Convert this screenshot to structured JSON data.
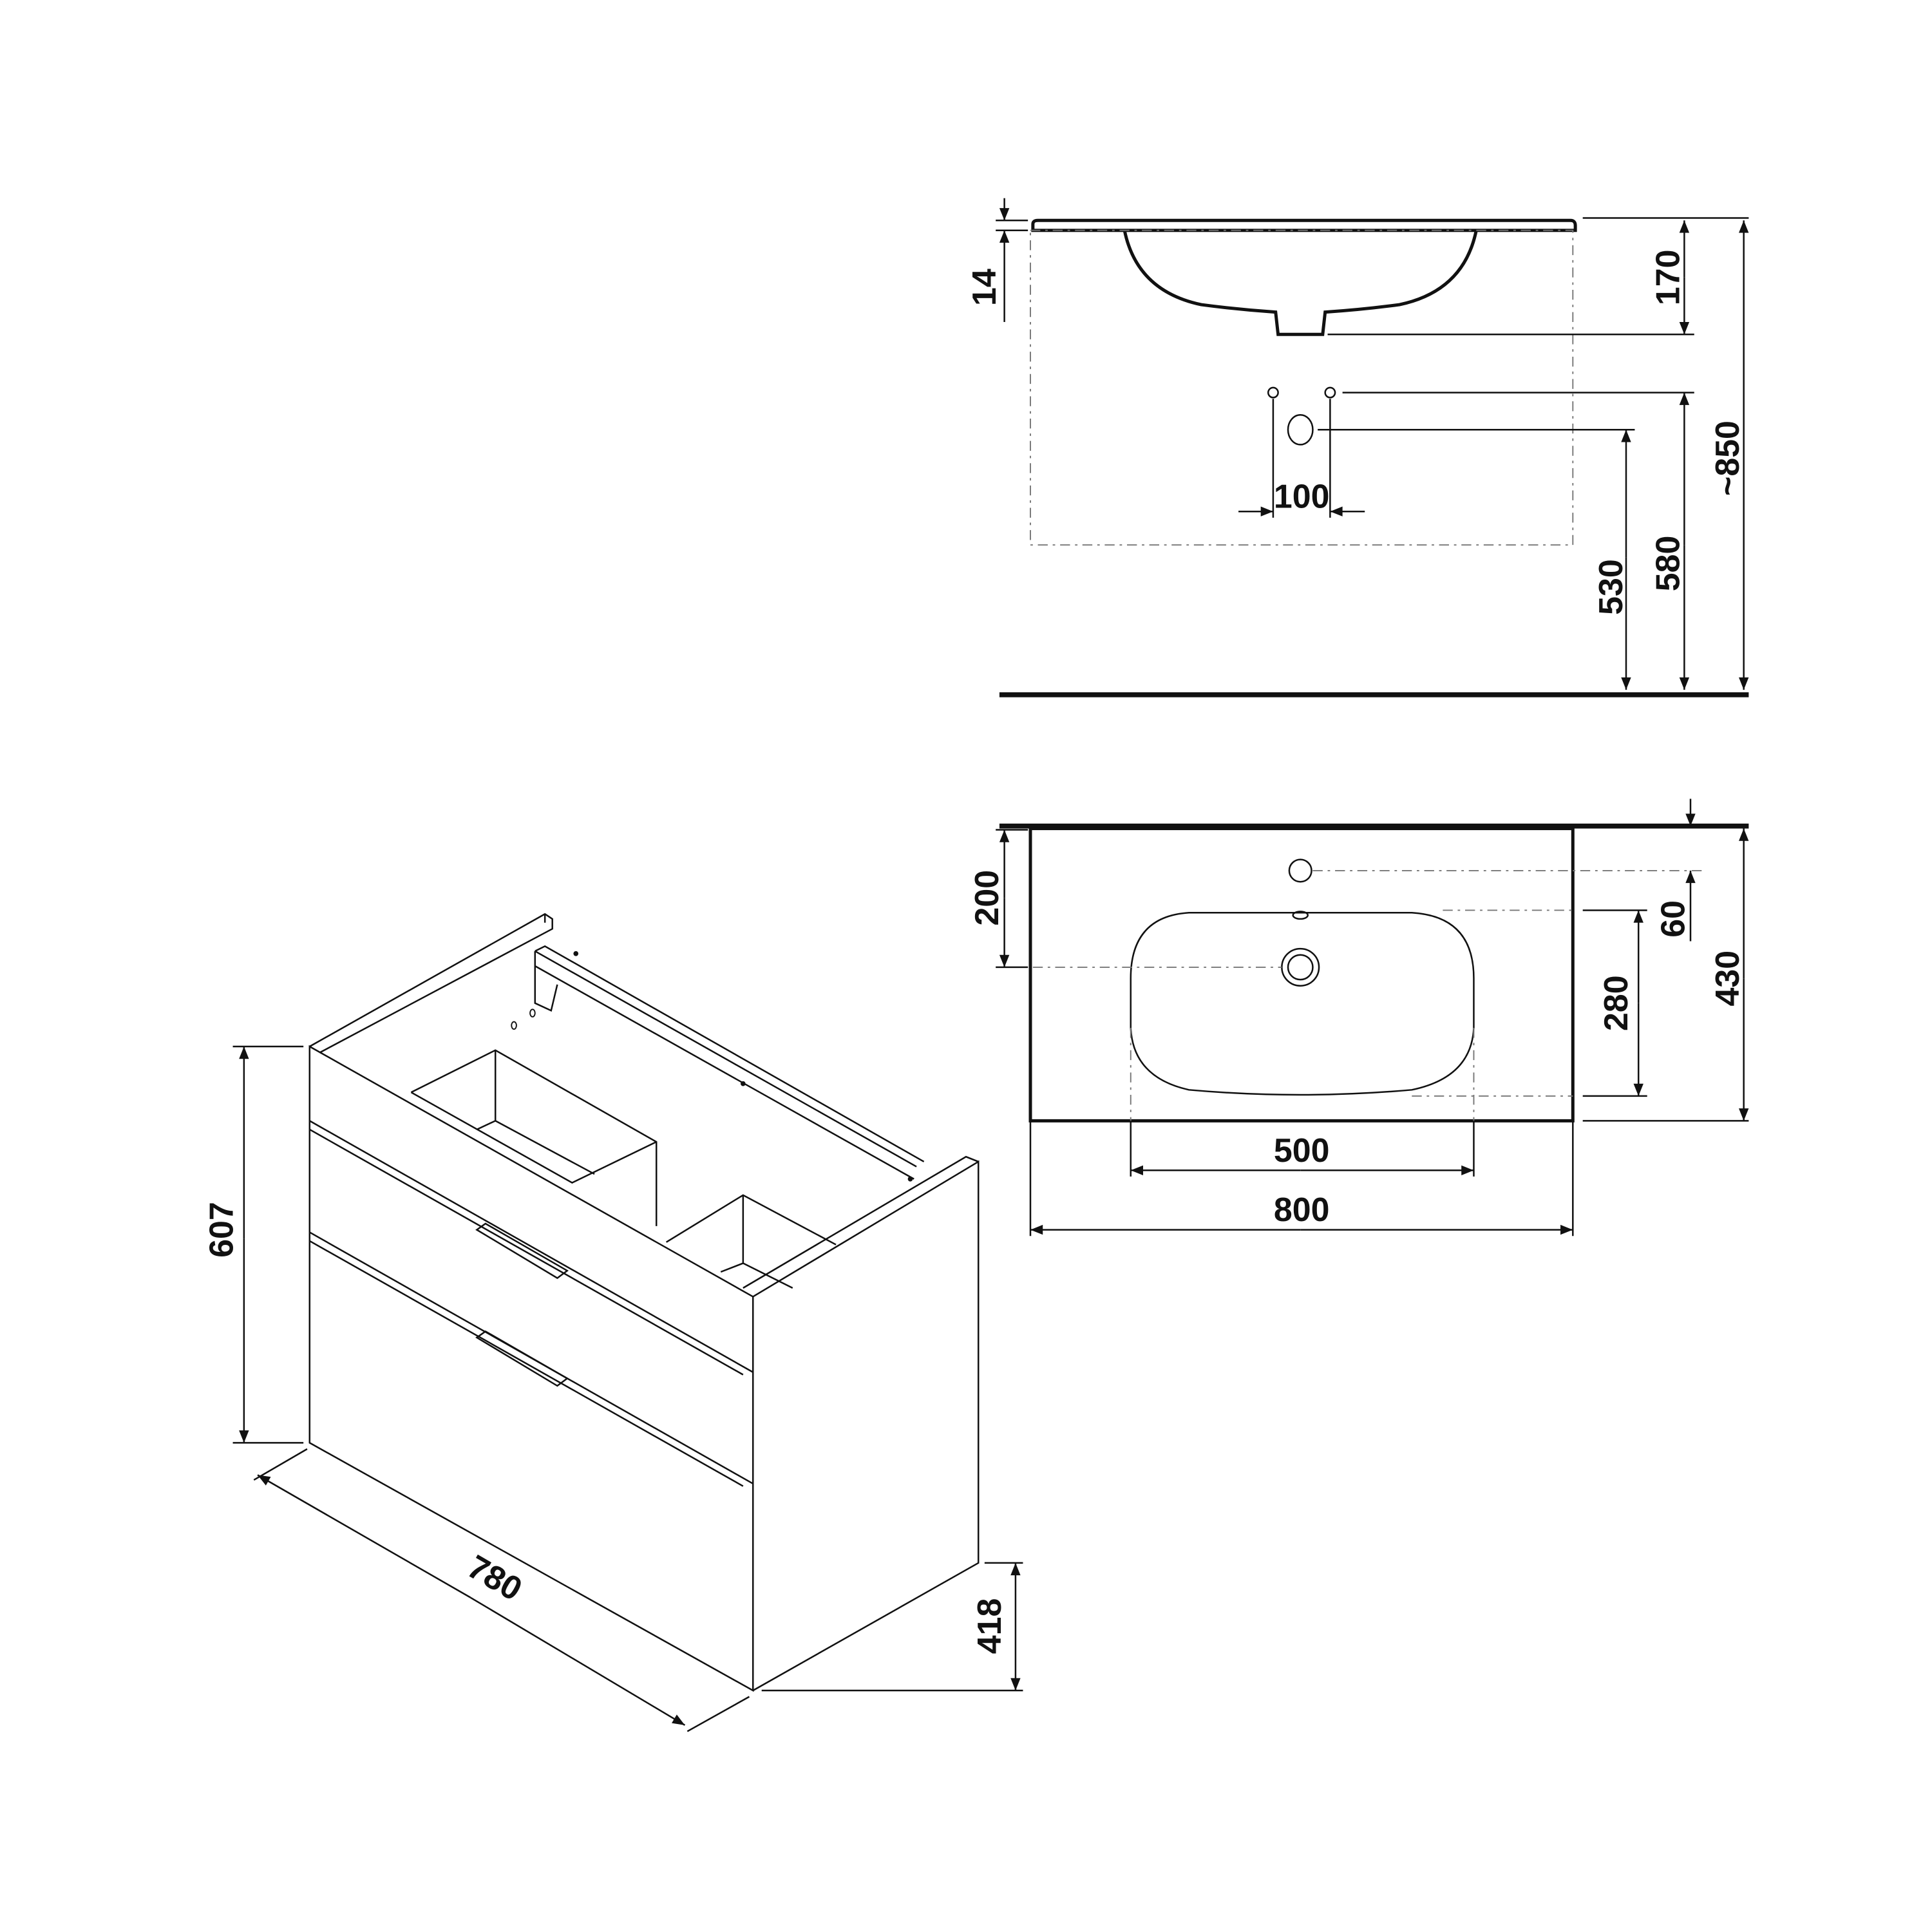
{
  "drawing": {
    "colors": {
      "line": "#111111",
      "background": "#ffffff"
    },
    "elevation_view": {
      "dimensions": {
        "rim_thickness": "14",
        "bowl_depth": "170",
        "tap_hole_spacing": "100",
        "overall_height": "~850",
        "tap_height": "580",
        "waste_height": "530"
      }
    },
    "plan_view": {
      "dimensions": {
        "drain_from_wall": "200",
        "tap_hole_from_wall": "60",
        "basin_depth": "280",
        "overall_depth": "430",
        "basin_width": "500",
        "overall_width": "800"
      }
    },
    "cabinet_view": {
      "dimensions": {
        "height": "607",
        "width": "780",
        "depth": "418"
      }
    }
  }
}
